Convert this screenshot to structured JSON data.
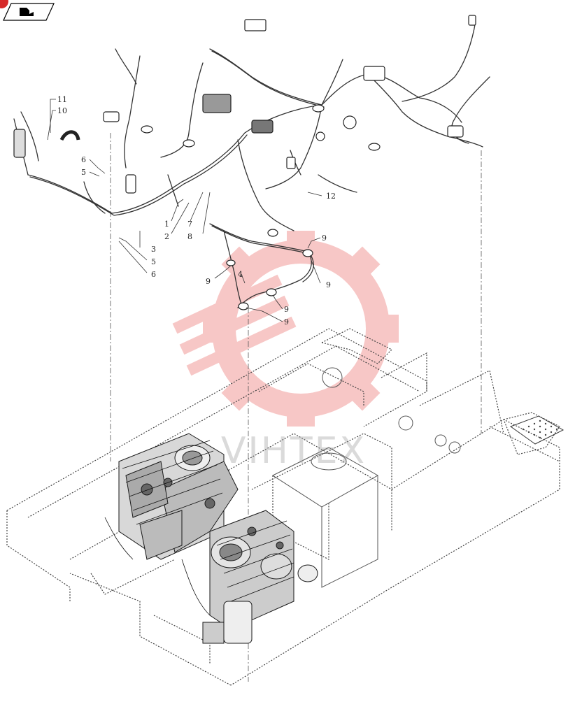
{
  "nav": {
    "icon": "page-back-icon"
  },
  "watermark": {
    "brand_text": "VIHTEX",
    "color": "#e53935"
  },
  "callouts": [
    {
      "id": "c11",
      "label": "11"
    },
    {
      "id": "c10",
      "label": "10"
    },
    {
      "id": "c6a",
      "label": "6"
    },
    {
      "id": "c5a",
      "label": "5"
    },
    {
      "id": "c1",
      "label": "1"
    },
    {
      "id": "c2",
      "label": "2"
    },
    {
      "id": "c7",
      "label": "7"
    },
    {
      "id": "c8",
      "label": "8"
    },
    {
      "id": "c3",
      "label": "3"
    },
    {
      "id": "c5b",
      "label": "5"
    },
    {
      "id": "c6b",
      "label": "6"
    },
    {
      "id": "c12",
      "label": "12"
    },
    {
      "id": "c9a",
      "label": "9"
    },
    {
      "id": "c9b",
      "label": "9"
    },
    {
      "id": "c4",
      "label": "4"
    },
    {
      "id": "c9c",
      "label": "9"
    },
    {
      "id": "c9d",
      "label": "9"
    },
    {
      "id": "c9e",
      "label": "9"
    }
  ]
}
